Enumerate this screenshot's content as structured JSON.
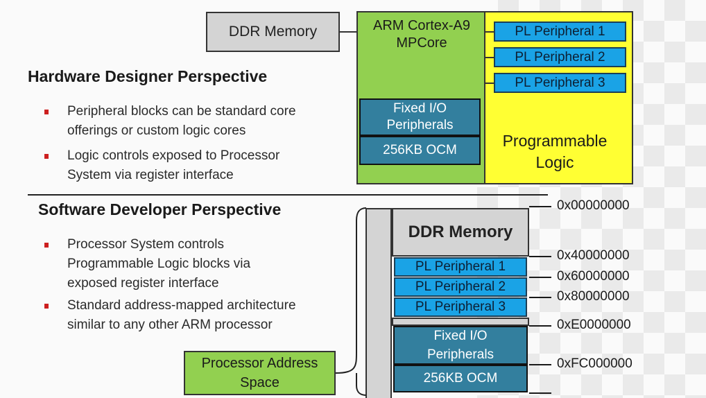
{
  "hardware": {
    "heading": "Hardware Designer Perspective",
    "bullets": [
      "Peripheral blocks can be standard core\nofferings or custom logic cores",
      "Logic controls exposed to Processor\nSystem via register interface"
    ]
  },
  "software": {
    "heading": "Software Developer Perspective",
    "bullets": [
      "Processor System controls\nProgrammable Logic blocks via\nexposed register interface",
      "Standard address-mapped architecture\nsimilar to any other ARM processor"
    ]
  },
  "top_diagram": {
    "ddr_memory": "DDR Memory",
    "arm_core": "ARM Cortex-A9\nMPCore",
    "fixed_io": "Fixed I/O\nPeripherals",
    "ocm": "256KB OCM",
    "pl_peripherals": [
      "PL Peripheral 1",
      "PL Peripheral 2",
      "PL Peripheral 3"
    ],
    "programmable_logic": "Programmable\nLogic"
  },
  "address_map": {
    "ddr_memory": "DDR Memory",
    "pl_peripherals": [
      "PL Peripheral 1",
      "PL Peripheral 2",
      "PL Peripheral 3"
    ],
    "fixed_io": "Fixed I/O\nPeripherals",
    "ocm": "256KB OCM",
    "processor_address_space": "Processor Address\nSpace",
    "addresses": [
      "0x00000000",
      "0x40000000",
      "0x60000000",
      "0x80000000",
      "0xE0000000",
      "0xFC000000"
    ]
  },
  "colors": {
    "green": "#92d050",
    "yellow": "#ffff33",
    "pl_blue": "#1aa3e6",
    "teal": "#337f9e",
    "gray": "#d4d4d4",
    "bullet_red": "#cc1f1f"
  }
}
